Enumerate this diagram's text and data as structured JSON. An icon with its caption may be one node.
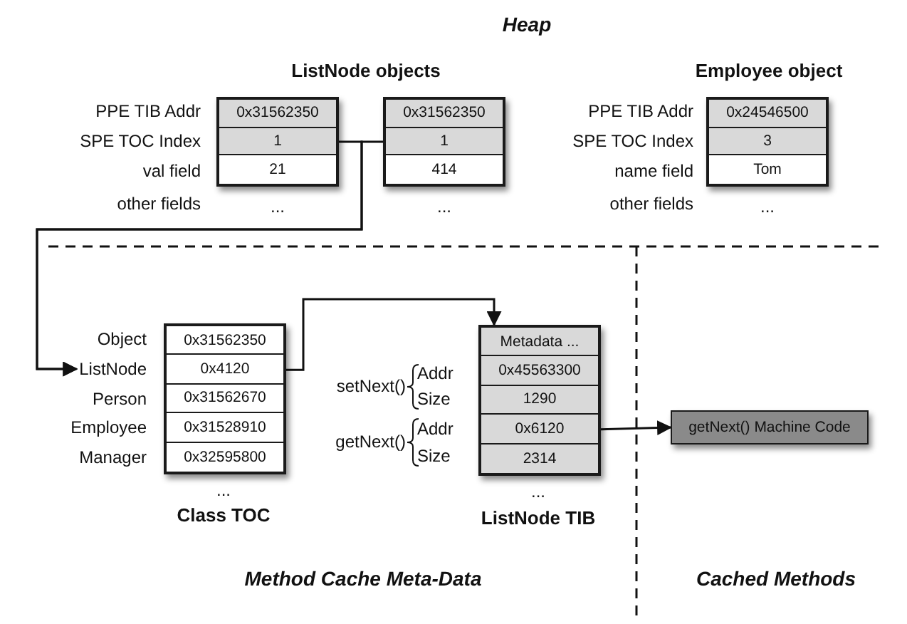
{
  "diagram": {
    "nodes": [
      {
        "text": [],
        "shape": "box"
      },
      {
        "text": [
          "0x31562350"
        ],
        "in": 0
      },
      {
        "text": [
          "1"
        ],
        "in": 0
      },
      {
        "text": [
          "21"
        ],
        "in": 0
      },
      {
        "text": [],
        "shape": "box"
      },
      {
        "text": [
          "0x31562350"
        ],
        "in": 4
      },
      {
        "text": [
          "1"
        ],
        "in": 4
      },
      {
        "text": [
          "414"
        ],
        "in": 4
      },
      {
        "text": [],
        "shape": "box"
      },
      {
        "text": [
          "0x24546500"
        ],
        "in": 8
      },
      {
        "text": [
          "3"
        ],
        "in": 8
      },
      {
        "text": [
          "Tom"
        ],
        "in": 8
      },
      {
        "text": [
          "ListNode"
        ]
      },
      {
        "text": [],
        "shape": "box"
      },
      {
        "text": [
          "0x31562350"
        ],
        "in": 13
      },
      {
        "text": [
          "0x4120"
        ],
        "in": 13
      },
      {
        "text": [
          "0x31562670"
        ],
        "in": 13
      },
      {
        "text": [
          "0x31528910"
        ],
        "in": 13
      },
      {
        "text": [
          "0x32595800"
        ],
        "in": 13
      },
      {
        "text": [],
        "shape": "box"
      },
      {
        "text": [
          "Metadata ..."
        ],
        "in": 19
      },
      {
        "text": [
          "0x45563300"
        ],
        "in": 19
      },
      {
        "text": [
          "1290"
        ],
        "in": 19
      },
      {
        "text": [
          "0x6120"
        ],
        "in": 19
      },
      {
        "text": [
          "2314"
        ],
        "in": 19
      },
      {
        "text": [
          "getNext() Machine Code"
        ]
      }
    ],
    "edges": [
      {
        "from": 2,
        "to": 12,
        "arrow": "to"
      },
      {
        "from": 6,
        "to": 12,
        "arrow": "to"
      },
      {
        "from": 15,
        "to": 19,
        "arrow": "to"
      },
      {
        "from": 23,
        "to": 25,
        "arrow": "to"
      }
    ],
    "labels": [
      "Heap",
      "ListNode objects",
      "Employee object",
      "PPE TIB Addr",
      "SPE TOC Index",
      "val field",
      "other fields",
      "...",
      "...",
      "PPE TIB Addr",
      "SPE TOC Index",
      "name field",
      "other fields",
      "...",
      "Object",
      "Person",
      "Employee",
      "Manager",
      "...",
      "Class TOC",
      "setNext()",
      "Addr",
      "Size",
      "getNext()",
      "Addr",
      "Size",
      "...",
      "ListNode TIB",
      "Method Cache Meta-Data",
      "Cached Methods"
    ]
  }
}
